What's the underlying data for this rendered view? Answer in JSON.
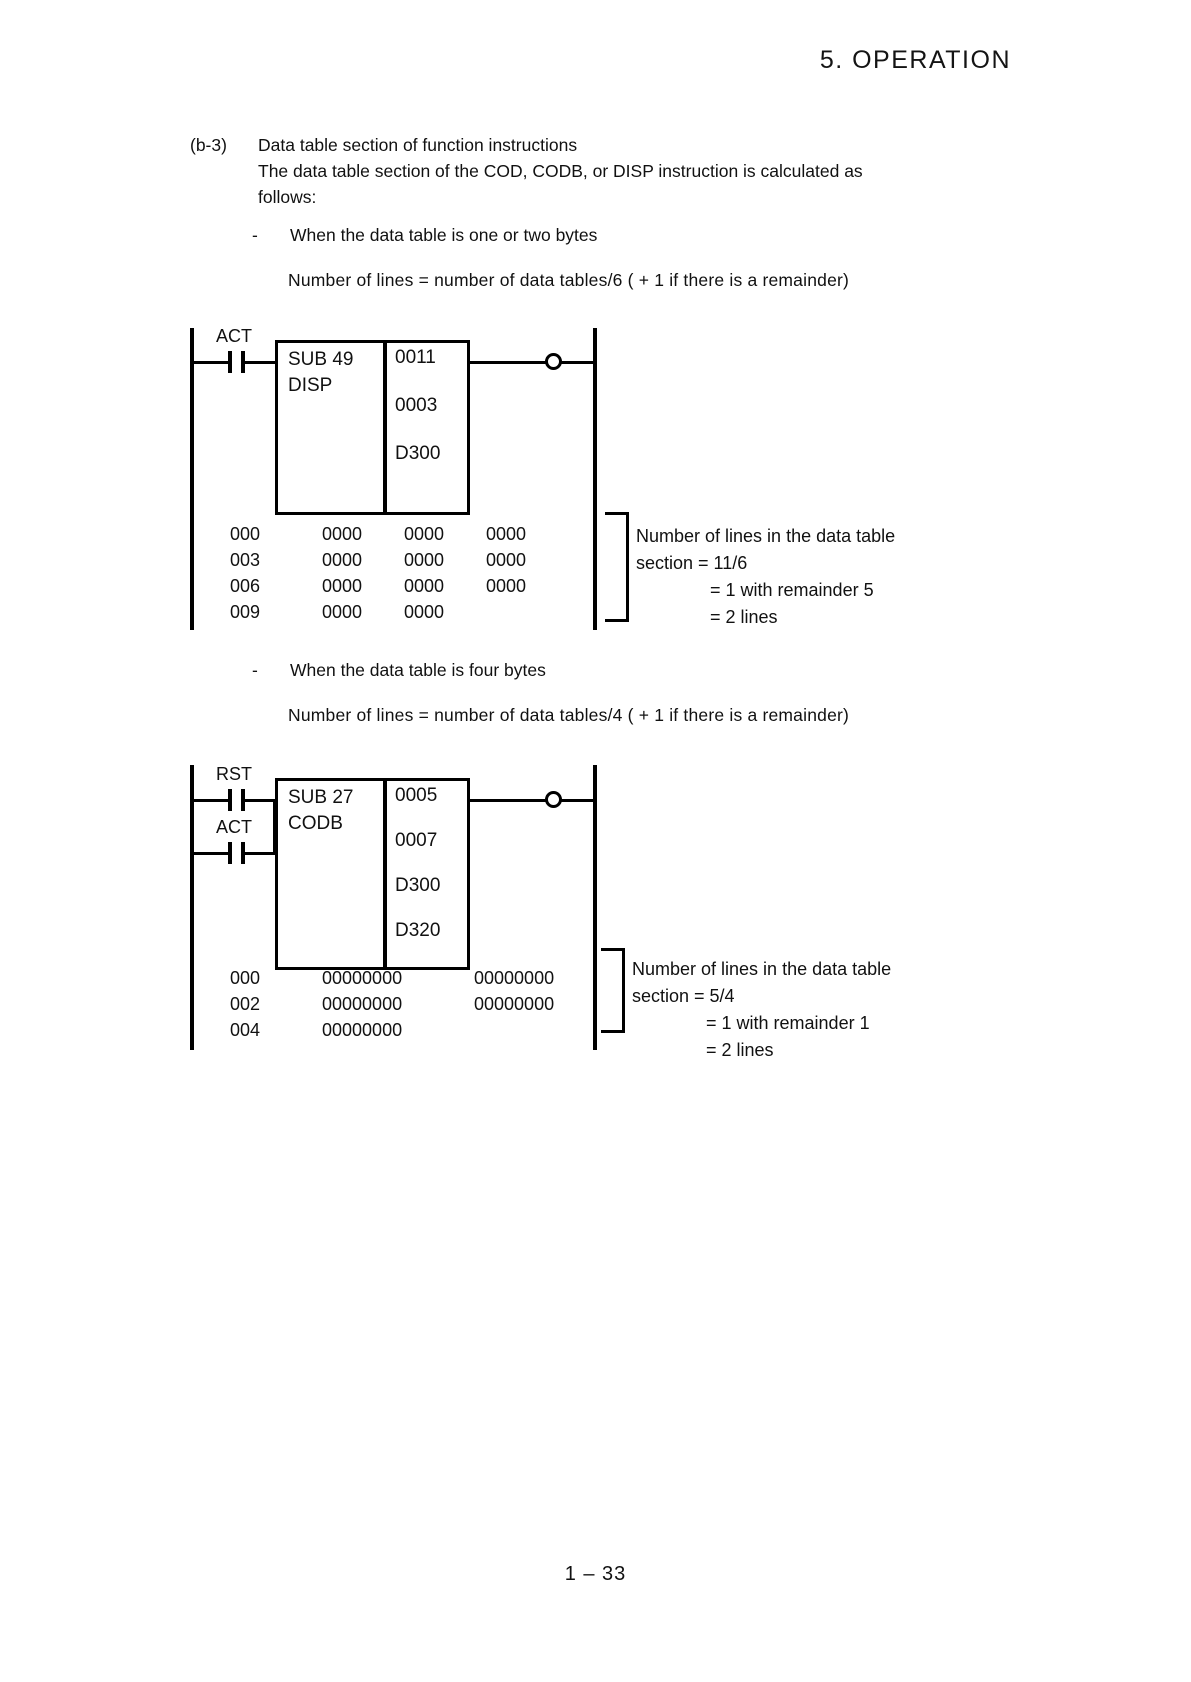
{
  "header": {
    "chapter_title": "5.  OPERATION"
  },
  "section": {
    "number": "(b-3)",
    "heading": "Data table section of function instructions",
    "body_line1": "The data table section of the COD, CODB, or DISP instruction is calculated as",
    "body_line2": "follows:"
  },
  "case_one": {
    "dash": "-",
    "bullet": "When the data table is one or two bytes",
    "formula": "Number of lines  =  number of data tables/6 ( +  1 if there is a remainder)",
    "ladder": {
      "contact_label": "ACT",
      "instruction_number": "SUB 49",
      "instruction_name": "DISP",
      "parameters": [
        "0011",
        "0003",
        "D300"
      ]
    },
    "data_table": {
      "rows": [
        {
          "address": "000",
          "values": [
            "0000",
            "0000",
            "0000"
          ]
        },
        {
          "address": "003",
          "values": [
            "0000",
            "0000",
            "0000"
          ]
        },
        {
          "address": "006",
          "values": [
            "0000",
            "0000",
            "0000"
          ]
        },
        {
          "address": "009",
          "values": [
            "0000",
            "0000"
          ]
        }
      ]
    },
    "annotation": {
      "line1": "Number of lines in the data table",
      "line2": "section  =  11/6",
      "line3": "=  1 with remainder 5",
      "line4": "=  2 lines"
    }
  },
  "case_two": {
    "dash": "-",
    "bullet": "When the data table is four bytes",
    "formula": "Number of lines  =  number of data tables/4 ( +  1 if there is a remainder)",
    "ladder": {
      "contact_label_1": "RST",
      "contact_label_2": "ACT",
      "instruction_number": "SUB 27",
      "instruction_name": "CODB",
      "parameters": [
        "0005",
        "0007",
        "D300",
        "D320"
      ]
    },
    "data_table": {
      "rows": [
        {
          "address": "000",
          "values": [
            "00000000",
            "00000000"
          ]
        },
        {
          "address": "002",
          "values": [
            "00000000",
            "00000000"
          ]
        },
        {
          "address": "004",
          "values": [
            "00000000"
          ]
        }
      ]
    },
    "annotation": {
      "line1": "Number of lines in the data table",
      "line2": "section  =  5/4",
      "line3": "=  1 with remainder 1",
      "line4": "=  2 lines"
    }
  },
  "footer": {
    "page_number": "1 – 33"
  }
}
